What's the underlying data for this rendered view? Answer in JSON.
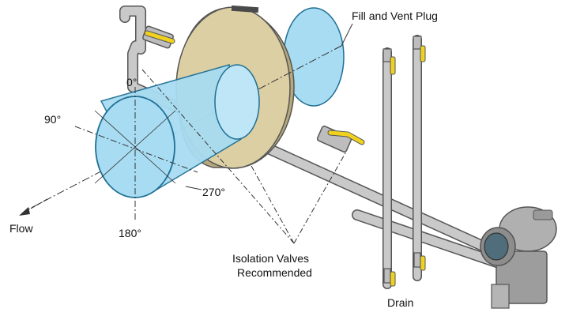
{
  "labels": {
    "fill_vent": "Fill and Vent Plug",
    "angle_0": "0°",
    "angle_90": "90°",
    "angle_180": "180°",
    "angle_270": "270°",
    "flow": "Flow",
    "isolation_line1": "Isolation Valves",
    "isolation_line2": "Recommended",
    "drain": "Drain"
  },
  "colors": {
    "cone_fill": "#a8dcf2",
    "cone_stroke": "#1f6f95",
    "disc_fill": "#dbcfa3",
    "pipe_fill": "#c9c9c9",
    "pipe_stroke": "#555555",
    "valve_handle": "#f0d21e",
    "transmitter": "#a9a9a9",
    "sensor_face": "#4f6d7a"
  },
  "icons": {
    "flow_arrow": "arrow-down-left-icon"
  }
}
